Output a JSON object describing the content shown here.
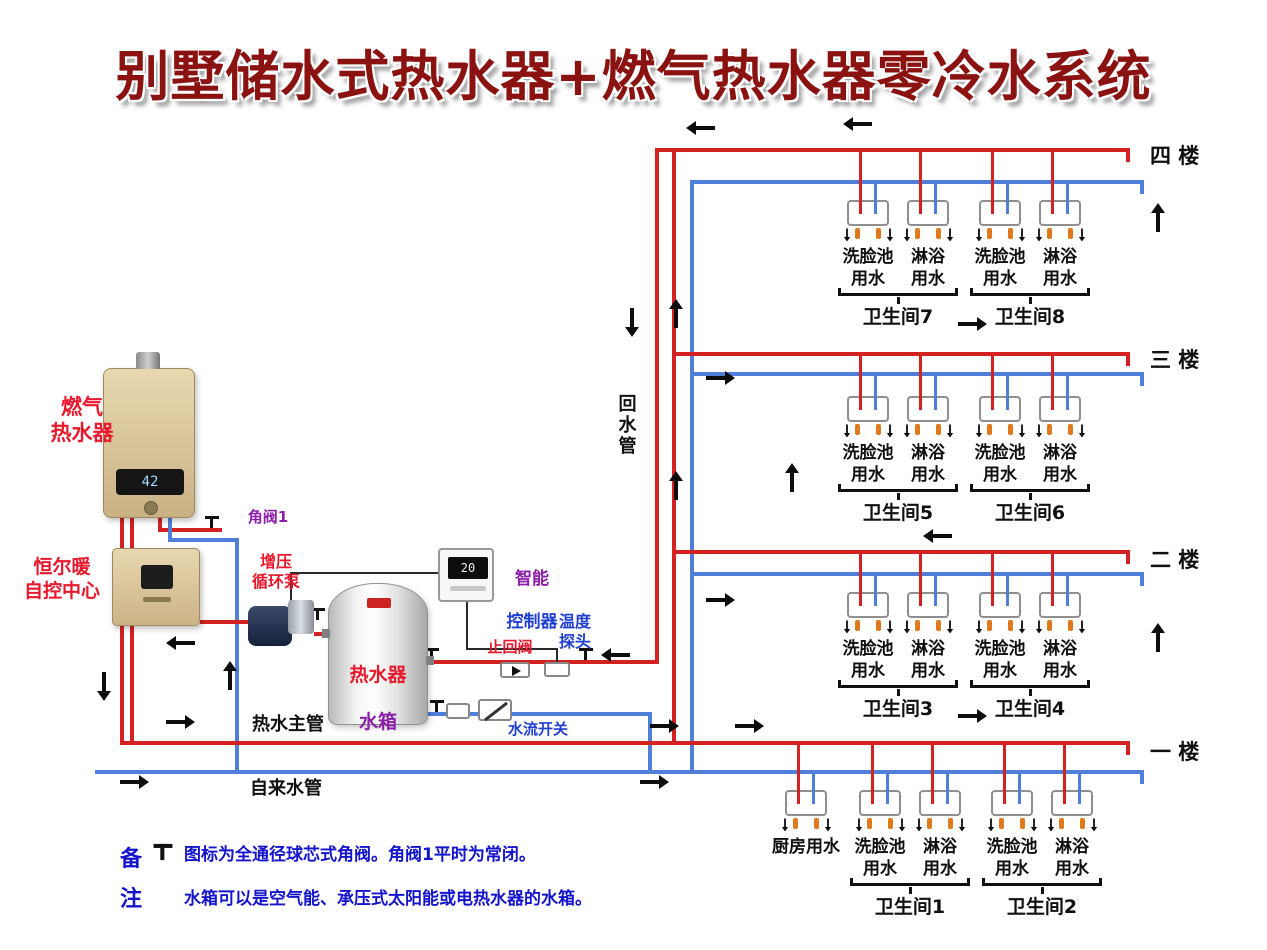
{
  "title": "别墅储水式热水器+燃气热水器零冷水系统",
  "labels": {
    "gas_heater": "燃气\n热水器",
    "control_center": "恒尔暖\n自控中心",
    "angle_valve1": "角阀1",
    "booster_pump": "增压\n循环泵",
    "tank_line1": "热水器",
    "tank_line2": "水箱",
    "smart_line1": "智能",
    "smart_line2": "控制器",
    "temp_probe": "温度\n探头",
    "check_valve": "止回阀",
    "flow_switch": "水流开关",
    "hot_main": "热水主管",
    "tap_water": "自来水管",
    "return_pipe": "回水管"
  },
  "displays": {
    "heater": "42",
    "controller": "20"
  },
  "floors": [
    {
      "name": "四 楼",
      "rooms": [
        {
          "name": "卫生间7",
          "fixtures": [
            [
              "洗脸池",
              "用水"
            ],
            [
              "淋浴",
              "用水"
            ]
          ]
        },
        {
          "name": "卫生间8",
          "fixtures": [
            [
              "洗脸池",
              "用水"
            ],
            [
              "淋浴",
              "用水"
            ]
          ]
        }
      ]
    },
    {
      "name": "三 楼",
      "rooms": [
        {
          "name": "卫生间5",
          "fixtures": [
            [
              "洗脸池",
              "用水"
            ],
            [
              "淋浴",
              "用水"
            ]
          ]
        },
        {
          "name": "卫生间6",
          "fixtures": [
            [
              "洗脸池",
              "用水"
            ],
            [
              "淋浴",
              "用水"
            ]
          ]
        }
      ]
    },
    {
      "name": "二 楼",
      "rooms": [
        {
          "name": "卫生间3",
          "fixtures": [
            [
              "洗脸池",
              "用水"
            ],
            [
              "淋浴",
              "用水"
            ]
          ]
        },
        {
          "name": "卫生间4",
          "fixtures": [
            [
              "洗脸池",
              "用水"
            ],
            [
              "淋浴",
              "用水"
            ]
          ]
        }
      ]
    },
    {
      "name": "一 楼",
      "kitchen": "厨房用水",
      "rooms": [
        {
          "name": "卫生间1",
          "fixtures": [
            [
              "洗脸池",
              "用水"
            ],
            [
              "淋浴",
              "用水"
            ]
          ]
        },
        {
          "name": "卫生间2",
          "fixtures": [
            [
              "洗脸池",
              "用水"
            ],
            [
              "淋浴",
              "用水"
            ]
          ]
        }
      ]
    }
  ],
  "notes": {
    "mark": "备\n注",
    "line1": "图标为全通径球芯式角阀。角阀1平时为常闭。",
    "line2": "水箱可以是空气能、承压式太阳能或电热水器的水箱。"
  },
  "colors": {
    "hot_pipe": "#d42222",
    "cold_pipe": "#4f7fd9",
    "title": "#8a1210",
    "label_red": "#e8192c",
    "label_purple": "#8b1fa8",
    "label_blue": "#1f3fd0",
    "note_blue": "#1414cc",
    "valve_orange": "#e07a1e"
  }
}
